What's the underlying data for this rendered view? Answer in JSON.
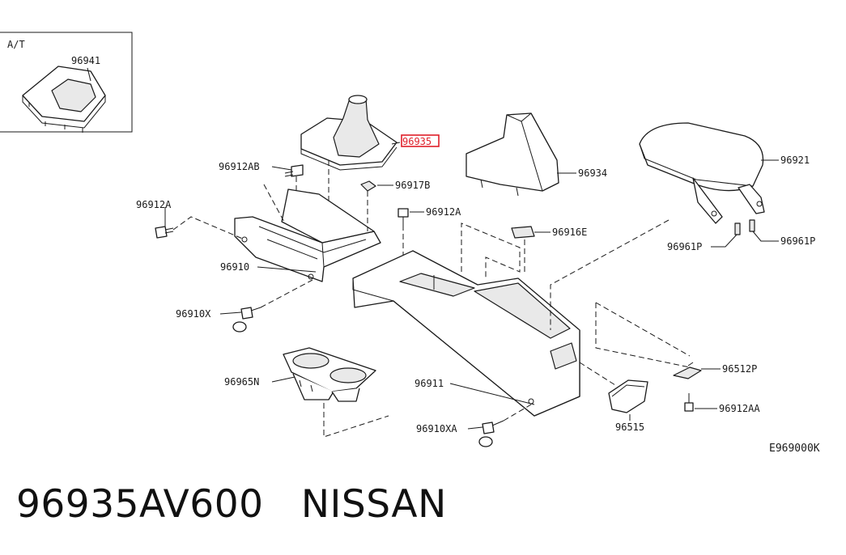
{
  "inset": {
    "label": "A/T",
    "part": "96941"
  },
  "labels": {
    "p96935": "96935",
    "p96912AB": "96912AB",
    "p96917B": "96917B",
    "p96912A_left": "96912A",
    "p96912A_mid": "96912A",
    "p96910": "96910",
    "p96910X": "96910X",
    "p96965N": "96965N",
    "p96911": "96911",
    "p96910XA": "96910XA",
    "p96934": "96934",
    "p96916E": "96916E",
    "p96921": "96921",
    "p96961P_left": "96961P",
    "p96961P_right": "96961P",
    "p96512P": "96512P",
    "p96912AA": "96912AA",
    "p96515": "96515"
  },
  "highlight_color": "#e0202a",
  "diagram_code": "E969000K",
  "title": {
    "part_number": "96935AV600",
    "brand": "NISSAN"
  }
}
